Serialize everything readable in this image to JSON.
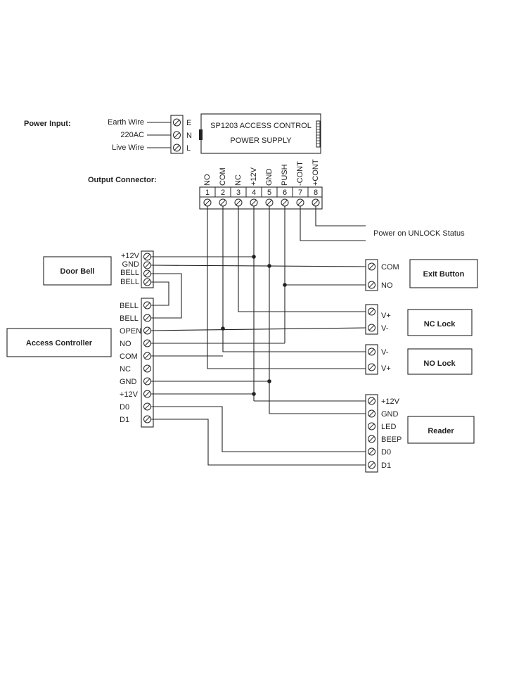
{
  "power_input": {
    "title": "Power Input:",
    "lines": [
      {
        "label": "Earth Wire",
        "letter": "E"
      },
      {
        "label": "220AC",
        "letter": "N"
      },
      {
        "label": "Live Wire",
        "letter": "L"
      }
    ]
  },
  "power_supply": {
    "subtitle": "SP1203 ACCESS CONTROL",
    "title": "POWER SUPPLY"
  },
  "output_connector": {
    "title": "Output Connector:",
    "terminals": [
      {
        "name": "NO",
        "num": "1"
      },
      {
        "name": "COM",
        "num": "2"
      },
      {
        "name": "NC",
        "num": "3"
      },
      {
        "name": "+12V",
        "num": "4"
      },
      {
        "name": "GND",
        "num": "5"
      },
      {
        "name": "PUSH",
        "num": "6"
      },
      {
        "name": "-CONT",
        "num": "7"
      },
      {
        "name": "+CONT",
        "num": "8"
      }
    ]
  },
  "unlock_status": "Power on UNLOCK Status",
  "door_bell": {
    "title": "Door Bell",
    "terminals": [
      "+12V",
      "GND",
      "BELL",
      "BELL"
    ]
  },
  "access_controller": {
    "title": "Access Controller",
    "terminals": [
      "BELL",
      "BELL",
      "OPEN",
      "NO",
      "COM",
      "NC",
      "GND",
      "+12V",
      "D0",
      "D1"
    ]
  },
  "exit_button": {
    "title": "Exit Button",
    "terminals": [
      "COM",
      "NO"
    ]
  },
  "nc_lock": {
    "title": "NC Lock",
    "terminals": [
      "V+",
      "V-"
    ]
  },
  "no_lock": {
    "title": "NO Lock",
    "terminals": [
      "V-",
      "V+"
    ]
  },
  "reader": {
    "title": "Reader",
    "terminals": [
      "+12V",
      "GND",
      "LED",
      "BEEP",
      "D0",
      "D1"
    ]
  },
  "terminal_symbol": "⊘"
}
